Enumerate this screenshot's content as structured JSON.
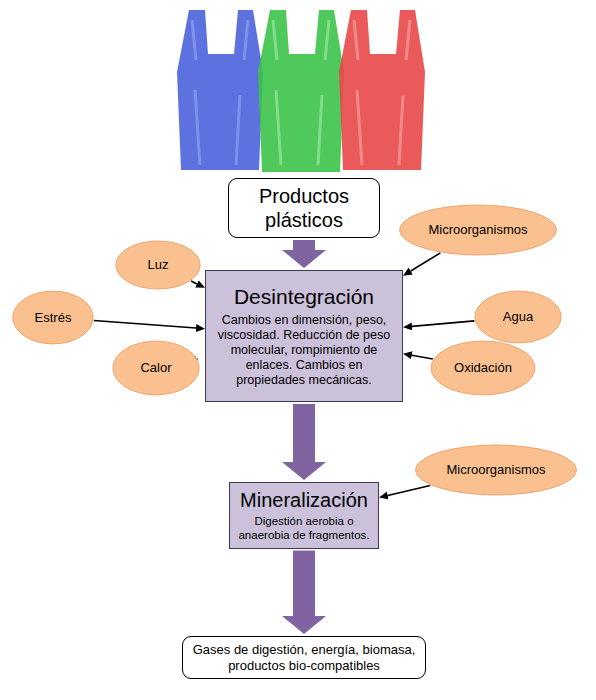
{
  "diagram": {
    "nodes": [
      {
        "text": [
          "Productos plásticos"
        ]
      },
      {
        "text": [
          "Luz"
        ]
      },
      {
        "text": [
          "Microorganismos"
        ]
      },
      {
        "text": [
          "Estrés"
        ]
      },
      {
        "text": [
          "Desintegración",
          "Cambios en dimensión, peso, viscosidad. Reducción de peso molecular, rompimiento de enlaces. Cambios en propiedades mecánicas."
        ]
      },
      {
        "text": [
          "Agua"
        ]
      },
      {
        "text": [
          "Calor"
        ]
      },
      {
        "text": [
          "Oxidación"
        ]
      },
      {
        "text": [
          "Mineralización",
          "Digestión aerobia o anaerobia de fragmentos."
        ]
      },
      {
        "text": [
          "Microorganismos"
        ]
      },
      {
        "text": [
          "Gases de digestión, energía, biomasa, productos bio-compatibles"
        ]
      }
    ],
    "edges": [
      {
        "from": 0,
        "to": 4,
        "arrow": "to"
      },
      {
        "from": 1,
        "to": 4,
        "arrow": "to"
      },
      {
        "from": 2,
        "to": 4,
        "arrow": "to"
      },
      {
        "from": 3,
        "to": 4,
        "arrow": "to"
      },
      {
        "from": 5,
        "to": 4,
        "arrow": "to"
      },
      {
        "from": 6,
        "to": 4,
        "arrow": "to"
      },
      {
        "from": 7,
        "to": 4,
        "arrow": "to"
      },
      {
        "from": 4,
        "to": 8,
        "arrow": "to"
      },
      {
        "from": 9,
        "to": 8,
        "arrow": "to"
      },
      {
        "from": 8,
        "to": 10,
        "arrow": "to"
      }
    ]
  }
}
